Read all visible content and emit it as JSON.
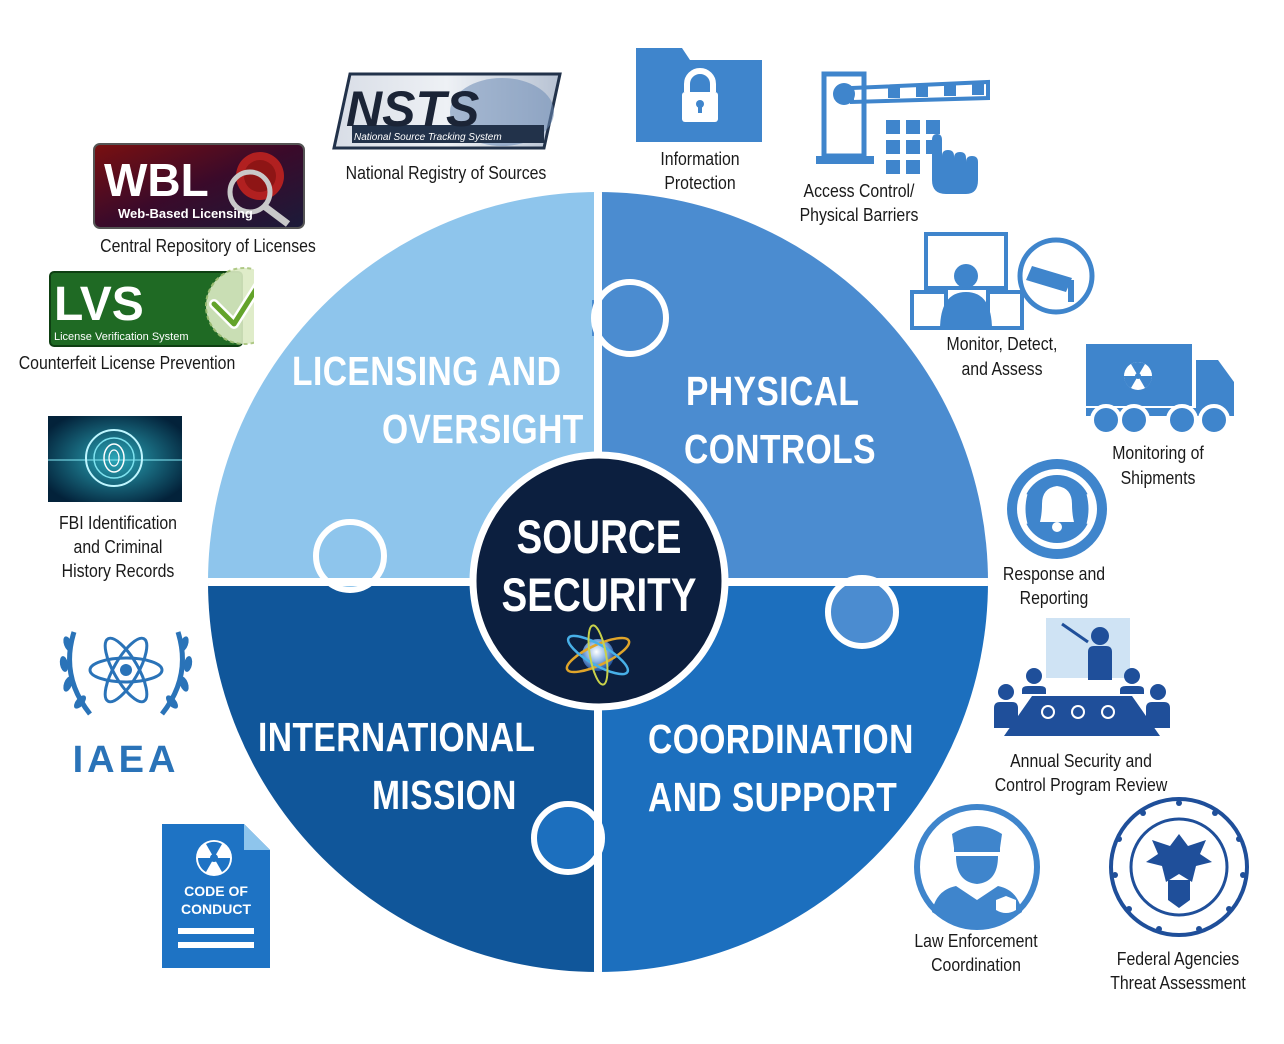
{
  "center": {
    "line1": "SOURCE",
    "line2": "SECURITY"
  },
  "quadrants": {
    "top_left": {
      "line1": "LICENSING AND",
      "line2": "OVERSIGHT",
      "color": "#8ec5ec"
    },
    "top_right": {
      "line1": "PHYSICAL",
      "line2": "CONTROLS",
      "color": "#4b8cd0"
    },
    "bottom_right": {
      "line1": "COORDINATION",
      "line2": "AND SUPPORT",
      "color": "#1c6fbe"
    },
    "bottom_left": {
      "line1": "INTERNATIONAL",
      "line2": "MISSION",
      "color": "#10569a"
    }
  },
  "logos": {
    "nsts": {
      "title": "NSTS",
      "subtitle": "National Source Tracking System",
      "caption": "National Registry of Sources"
    },
    "wbl": {
      "title": "WBL",
      "subtitle": "Web-Based Licensing",
      "caption": "Central Repository of Licenses"
    },
    "lvs": {
      "title": "LVS",
      "subtitle": "License Verification System",
      "caption": "Counterfeit License Prevention"
    },
    "fbi": {
      "caption1": "FBI Identification",
      "caption2": "and Criminal",
      "caption3": "History Records"
    },
    "iaea": {
      "label": "IAEA"
    },
    "code": {
      "line1": "CODE OF",
      "line2": "CONDUCT"
    }
  },
  "icons": {
    "info": {
      "line1": "Information",
      "line2": "Protection"
    },
    "access": {
      "line1": "Access Control/",
      "line2": "Physical Barriers"
    },
    "monitor": {
      "line1": "Monitor, Detect,",
      "line2": "and Assess"
    },
    "shipments": {
      "line1": "Monitoring of",
      "line2": "Shipments"
    },
    "response": {
      "line1": "Response and",
      "line2": "Reporting"
    },
    "review": {
      "line1": "Annual Security and",
      "line2": "Control Program Review"
    },
    "law": {
      "line1": "Law Enforcement",
      "line2": "Coordination"
    },
    "federal": {
      "line1": "Federal Agencies",
      "line2": "Threat Assessment"
    }
  },
  "colors": {
    "icon_blue": "#1e73c4",
    "center_dark": "#0c1f3f"
  }
}
